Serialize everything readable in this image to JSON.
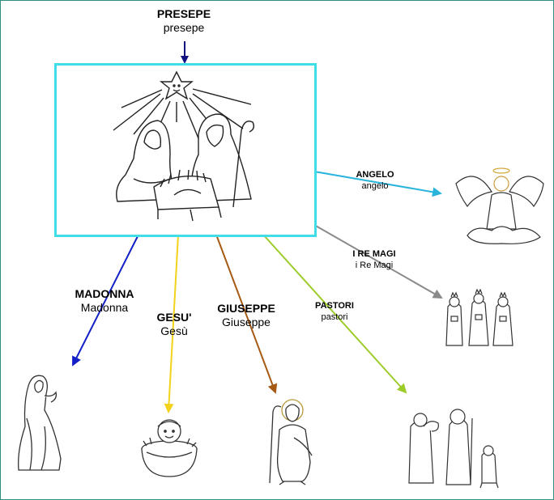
{
  "root": {
    "upper": "PRESEPE",
    "lower": "presepe",
    "border_color": "#40dde8"
  },
  "branches": [
    {
      "id": "madonna",
      "upper": "MADONNA",
      "lower": "Madonna",
      "color": "#1320c8"
    },
    {
      "id": "gesu",
      "upper": "GESU'",
      "lower": "Gesù",
      "color": "#f2d21a"
    },
    {
      "id": "giuseppe",
      "upper": "GIUSEPPE",
      "lower": "Giuseppe",
      "color": "#a65a14"
    },
    {
      "id": "pastori",
      "upper": "PASTORI",
      "lower": "pastori",
      "color": "#9ccc2a"
    },
    {
      "id": "remagi",
      "upper": "I  RE  MAGI",
      "lower": "i  Re  Magi",
      "color": "#8a8a8a"
    },
    {
      "id": "angelo",
      "upper": "ANGELO",
      "lower": "angelo",
      "color": "#2ab4dc"
    }
  ],
  "top_arrow_color": "#101080"
}
